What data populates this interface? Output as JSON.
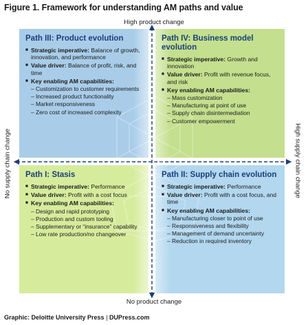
{
  "figure_title": "Figure 1. Framework for understanding AM paths and value",
  "axes": {
    "top": "High product change",
    "bottom": "No product change",
    "left": "No supply chain change",
    "right": "High supply chain change"
  },
  "quadrants": {
    "path3": {
      "title": "Path III: Product evolution",
      "strategic_label": "Strategic imperative:",
      "strategic_text": " Balance of growth, innovation, and performance",
      "value_label": "Value driver:",
      "value_text": " Balance of profit, risk, and time",
      "capabilities_label": "Key enabling AM capabilities:",
      "capabilities": [
        "Customization to customer requirements",
        "Increased product functionality",
        "Market responsiveness",
        "Zero cost of increased complexity"
      ]
    },
    "path4": {
      "title": "Path IV: Business model evolution",
      "strategic_label": "Strategic imperative:",
      "strategic_text": " Growth and innovation",
      "value_label": "Value driver:",
      "value_text": " Profit with revenue focus, and risk",
      "capabilities_label": "Key enabling AM capabilities:",
      "capabilities": [
        "Mass customization",
        "Manufacturing at point of use",
        "Supply chain disintermediation",
        "Customer empowerment"
      ]
    },
    "path1": {
      "title": "Path I: Stasis",
      "strategic_label": "Strategic imperative:",
      "strategic_text": " Performance",
      "value_label": "Value driver:",
      "value_text": " Profit with a cost focus",
      "capabilities_label": "Key enabling AM capabilities:",
      "capabilities": [
        "Design and rapid prototyping",
        "Production and custom tooling",
        "Supplementary or “insurance” capability",
        "Low rate production/no changeover"
      ]
    },
    "path2": {
      "title": "Path II: Supply chain evolution",
      "strategic_label": "Strategic imperative:",
      "strategic_text": " Performance",
      "value_label": "Value driver:",
      "value_text": " Profit with a cost focus, and time",
      "capabilities_label": "Key enabling AM capabilities:",
      "capabilities": [
        "Manufacturing closer to point of use",
        "Responsiveness and flexibility",
        "Management of demand uncertainty",
        "Reduction in required inventory"
      ]
    }
  },
  "footer": {
    "graphic_label": "Graphic: Deloitte University Press",
    "separator": "|",
    "site": "DUPress.com"
  },
  "colors": {
    "path3_bg": "#a9cde9",
    "path4_bg": "#c4df8e",
    "path1_bg": "#d6ec9c",
    "path2_bg": "#b2d7ef",
    "title_blue": "#1a3f7a",
    "axis_line": "#1f3f73"
  }
}
